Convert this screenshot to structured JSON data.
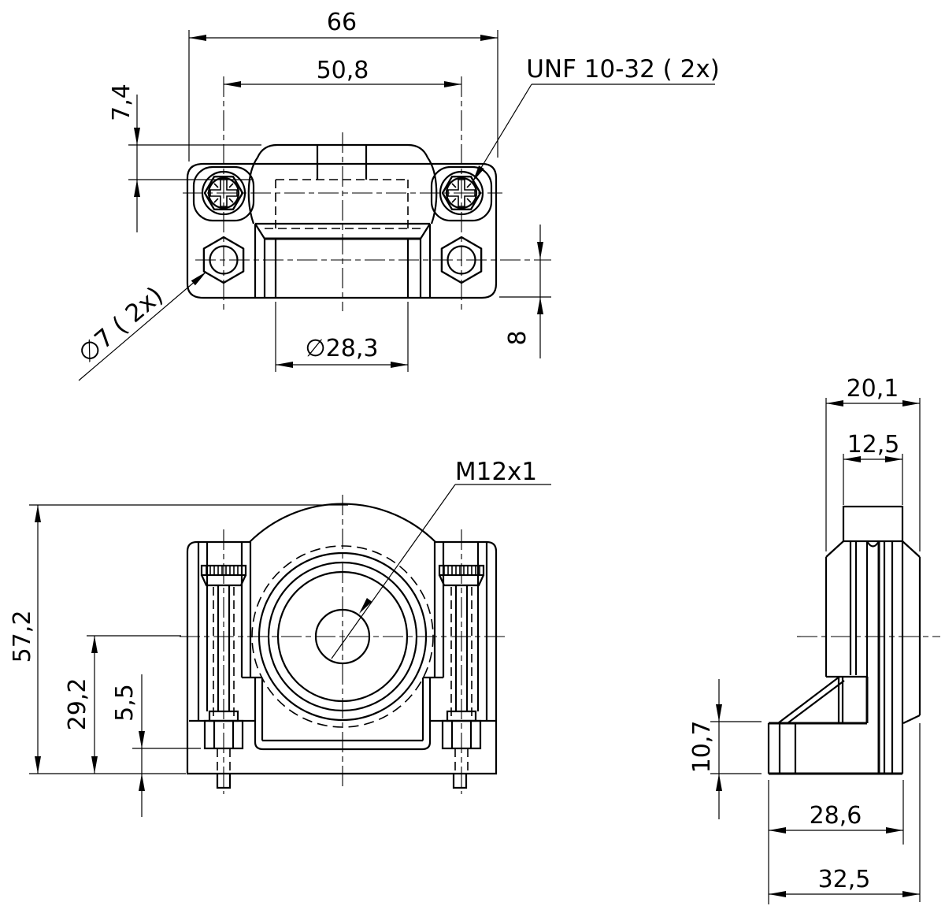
{
  "colors": {
    "background": "#ffffff",
    "lines": "#000000"
  },
  "dims": {
    "top": {
      "total_width": "66",
      "screw_spacing": "50,8",
      "top_to_bore": "7,4",
      "thread_callout": "UNF 10-32 ( 2x)",
      "hole_callout": "∅7 ( 2x)",
      "bore_diameter": "∅28,3",
      "hole_to_edge": "8"
    },
    "front": {
      "total_height": "57,2",
      "axis_height": "29,2",
      "step_height": "5,5",
      "thread_callout": "M12x1"
    },
    "side": {
      "overall_top_depth": "20,1",
      "block_depth": "12,5",
      "foot_height": "10,7",
      "foot_depth": "28,6",
      "overall_depth": "32,5"
    }
  }
}
